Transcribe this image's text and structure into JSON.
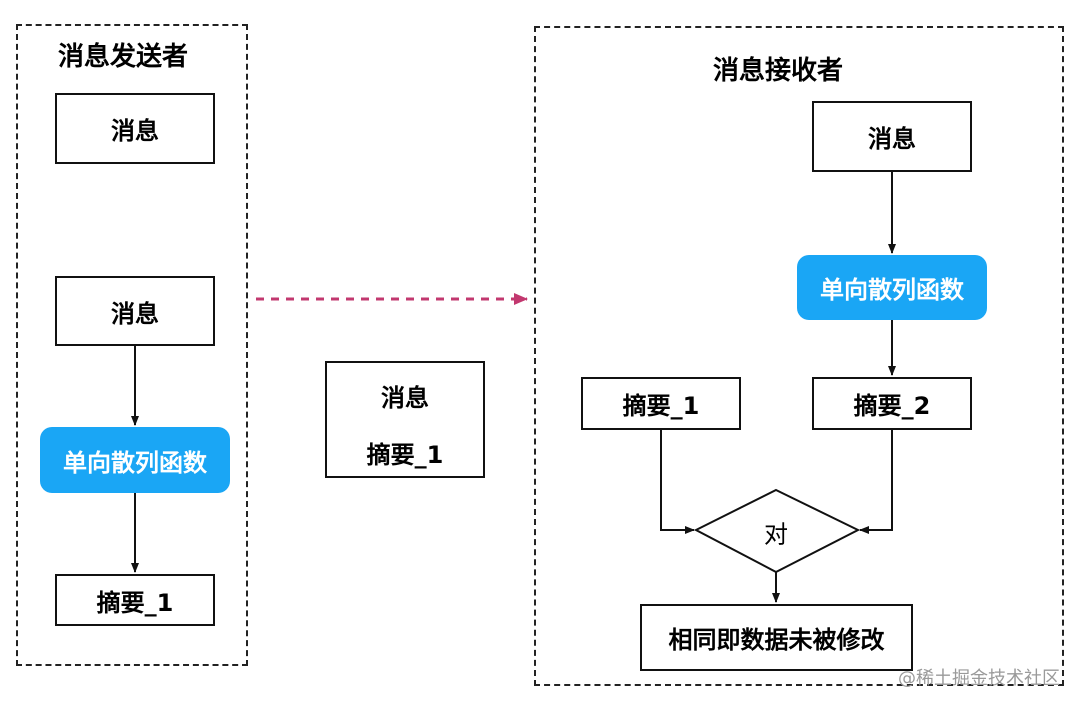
{
  "colors": {
    "hash_fill": "#1aa6f5",
    "transfer_arrow": "#c2386f",
    "line": "#111111",
    "watermark": "#9a9a9a"
  },
  "sender": {
    "title": "消息发送者",
    "message_top": "消息",
    "message": "消息",
    "hash": "单向散列函数",
    "digest": "摘要_1"
  },
  "transfer": {
    "message": "消息",
    "digest": "摘要_1"
  },
  "receiver": {
    "title": "消息接收者",
    "message": "消息",
    "hash": "单向散列函数",
    "digest_received": "摘要_1",
    "digest_computed": "摘要_2",
    "compare": "对",
    "result": "相同即数据未被修改"
  },
  "watermark": "@稀土掘金技术社区"
}
